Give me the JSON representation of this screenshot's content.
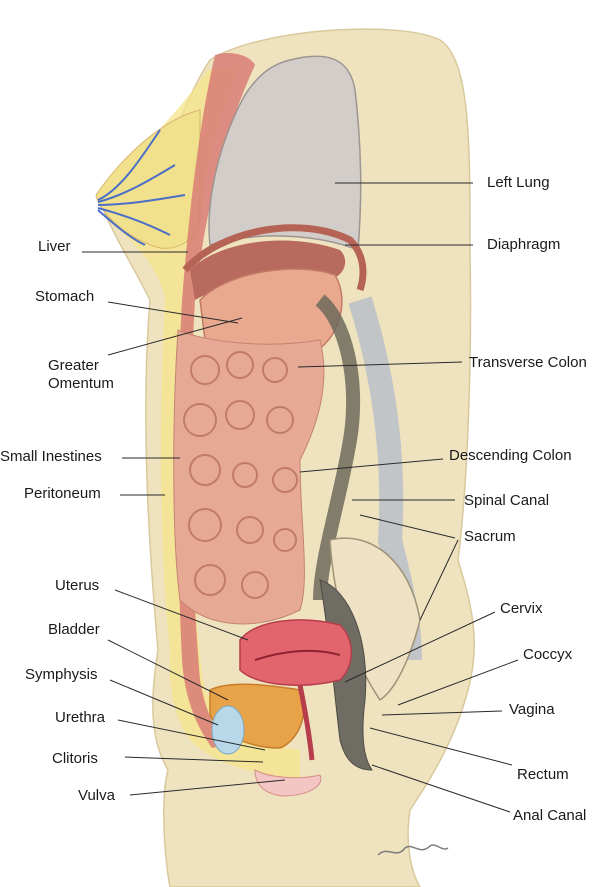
{
  "colors": {
    "skin": "#efe3bf",
    "fat": "#f4e48a",
    "lung": "#d3cdca",
    "organ_pink": "#e8a98f",
    "muscle": "#d87d75",
    "uterus": "#e2646d",
    "bowel_dark": "#6e6a5a",
    "leader": "#2a2a2a"
  },
  "labels": {
    "left_lung": "Left Lung",
    "liver": "Liver",
    "diaphragm": "Diaphragm",
    "stomach": "Stomach",
    "greater_omentum_1": "Greater",
    "greater_omentum_2": "Omentum",
    "transverse_colon": "Transverse Colon",
    "small_intestines": "Small Inestines",
    "descending_colon": "Descending Colon",
    "peritoneum": "Peritoneum",
    "spinal_canal": "Spinal Canal",
    "sacrum": "Sacrum",
    "uterus": "Uterus",
    "cervix": "Cervix",
    "bladder": "Bladder",
    "coccyx": "Coccyx",
    "symphysis": "Symphysis",
    "vagina": "Vagina",
    "urethra": "Urethra",
    "clitoris": "Clitoris",
    "rectum": "Rectum",
    "vulva": "Vulva",
    "anal_canal": "Anal Canal"
  }
}
